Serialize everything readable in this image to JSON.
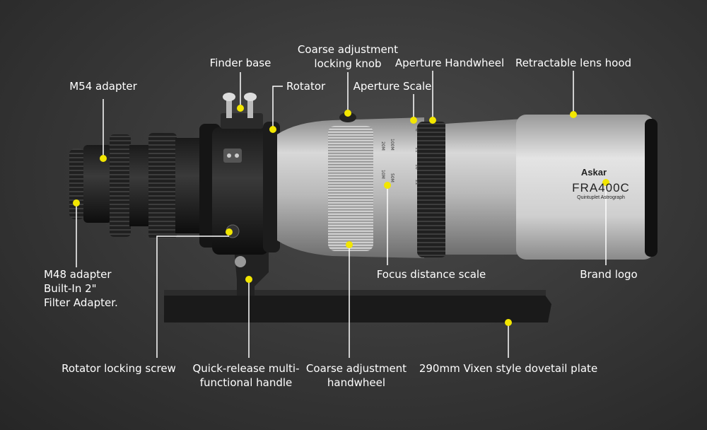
{
  "product": {
    "brand": "Askar",
    "model": "FRA400C",
    "subtitle": "Quintuplet Astrograph",
    "aperture_scale_marks": [
      "8",
      "11",
      "16",
      "22"
    ],
    "focus_scale_marks": [
      "20M",
      "10M",
      "50M",
      "100M"
    ]
  },
  "labels": {
    "m54": "M54 adapter",
    "finder_base": "Finder base",
    "rotator": "Rotator",
    "coarse_knob_1": "Coarse adjustment",
    "coarse_knob_2": "locking knob",
    "aperture_scale": "Aperture Scale",
    "aperture_handwheel": "Aperture Handwheel",
    "lens_hood": "Retractable lens hood",
    "m48_1": "M48 adapter",
    "m48_2": "Built-In 2\"",
    "m48_3": "Filter Adapter.",
    "focus_scale": "Focus distance scale",
    "brand_logo": "Brand logo",
    "rotator_screw": "Rotator locking screw",
    "handle_1": "Quick-release multi-",
    "handle_2": "functional handle",
    "coarse_wheel_1": "Coarse adjustment",
    "coarse_wheel_2": "handwheel",
    "dovetail": "290mm Vixen style dovetail plate"
  },
  "colors": {
    "marker": "#f2e600",
    "leader": "#ffffff",
    "text": "#ffffff"
  }
}
